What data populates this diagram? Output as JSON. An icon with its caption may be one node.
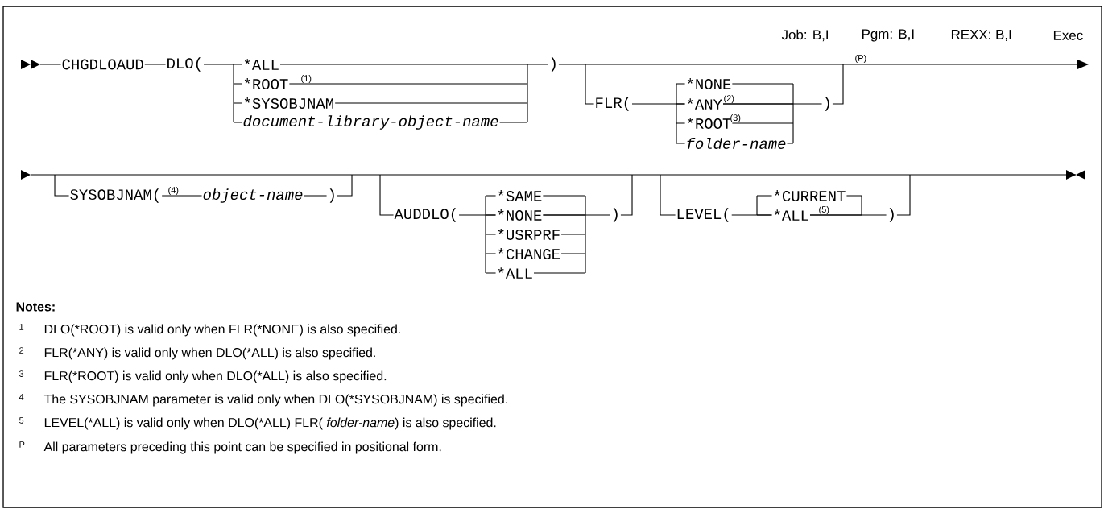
{
  "diagram": {
    "labels": [
      "Job: B,I",
      "Pgm: B,I",
      "REXX: B,I",
      "Exec",
      "CHGDLOAUD",
      "DLO(",
      "*ALL",
      "*ROOT",
      "(1)",
      "*SYSOBJNAM",
      "document-library-object-name",
      ")",
      "(P)",
      "FLR(",
      "*NONE",
      "*ANY",
      "(2)",
      ")",
      "*ROOT",
      "(3)",
      "folder-name",
      "SYSOBJNAM(",
      "(4)",
      "object-name",
      ")",
      "AUDDLO(",
      "*SAME",
      "LEVEL(",
      "*CURRENT",
      "*NONE",
      ")",
      "*ALL",
      "(5)",
      ")",
      "*USRPRF",
      "*CHANGE",
      "*ALL",
      "Notes:",
      "1",
      "DLO(*ROOT) is valid only when FLR(*NONE) is also specified.",
      "2",
      "FLR(*ANY) is valid only when DLO(*ALL) is also specified.",
      "3",
      "FLR(*ROOT) is valid only when DLO(*ALL) is also specified.",
      "4",
      "The SYSOBJNAM parameter is valid only when DLO(*SYSOBJNAM) is specified.",
      "5",
      "LEVEL(*ALL) is valid only when DLO(*ALL)  FLR( *folder-name*) is also specified.",
      "P",
      "All parameters preceding this point can be specified in positional form."
    ]
  }
}
